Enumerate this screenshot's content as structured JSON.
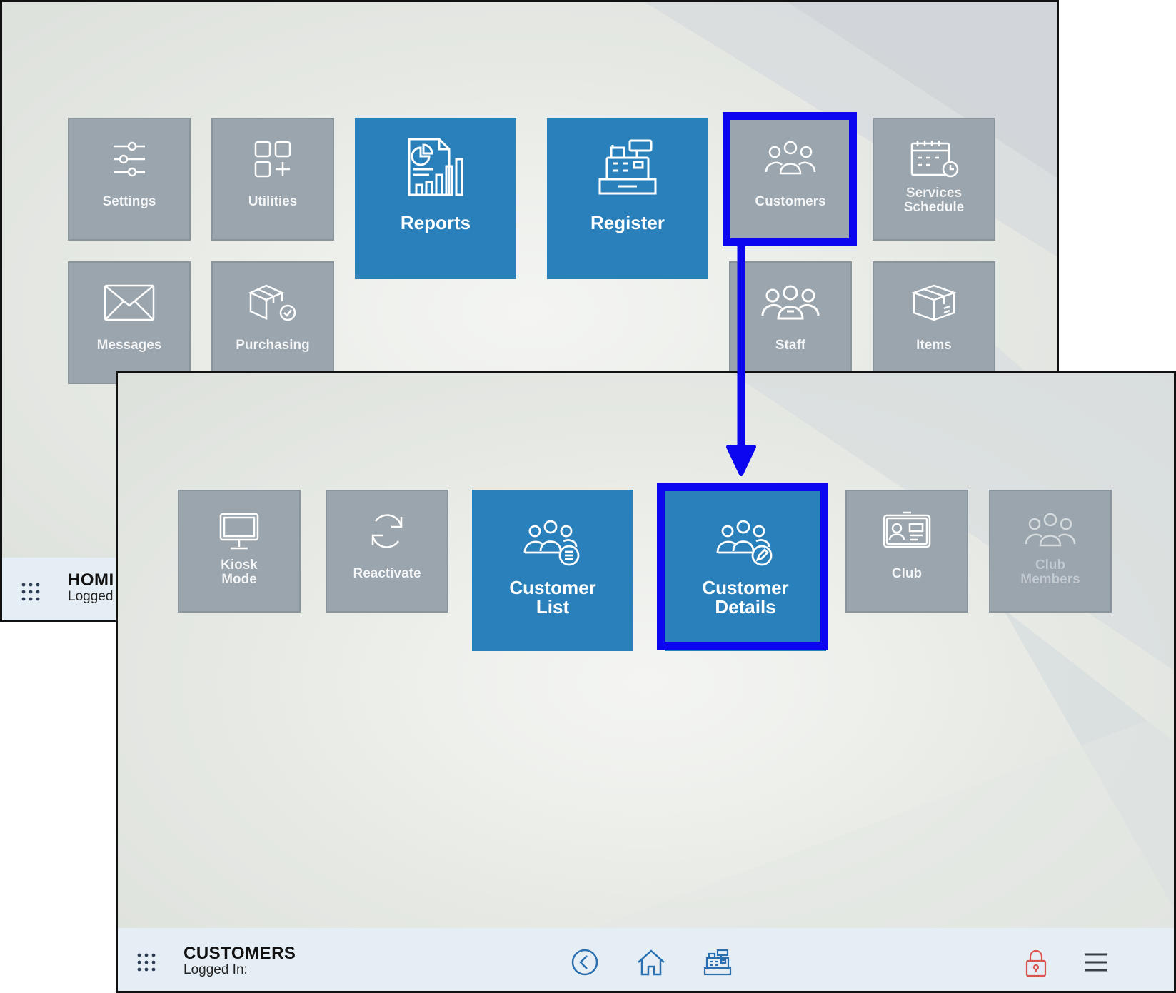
{
  "home": {
    "tiles": {
      "settings": "Settings",
      "utilities": "Utilities",
      "reports": "Reports",
      "register": "Register",
      "customers": "Customers",
      "services_schedule": "Services\nSchedule",
      "messages": "Messages",
      "purchasing": "Purchasing",
      "staff": "Staff",
      "items": "Items"
    },
    "footer": {
      "title": "HOMI",
      "login": "Logged"
    }
  },
  "customers": {
    "tiles": {
      "kiosk_mode": "Kiosk\nMode",
      "reactivate": "Reactivate",
      "customer_list": "Customer\nList",
      "customer_details": "Customer\nDetails",
      "club": "Club",
      "club_members": "Club\nMembers"
    },
    "footer": {
      "title": "CUSTOMERS",
      "login": "Logged In:"
    }
  },
  "icons": {
    "grid": "grid-menu-icon",
    "back": "back-icon",
    "home": "home-icon",
    "register": "register-icon",
    "lock": "lock-icon",
    "menu": "hamburger-menu-icon"
  },
  "colors": {
    "tile_gray": "#9aa5ae",
    "tile_blue": "#2a80bb",
    "highlight": "#0b05f0",
    "footer_bg": "#e5eef4",
    "lock_red": "#d9534f",
    "nav_blue": "#2a6fb0"
  }
}
